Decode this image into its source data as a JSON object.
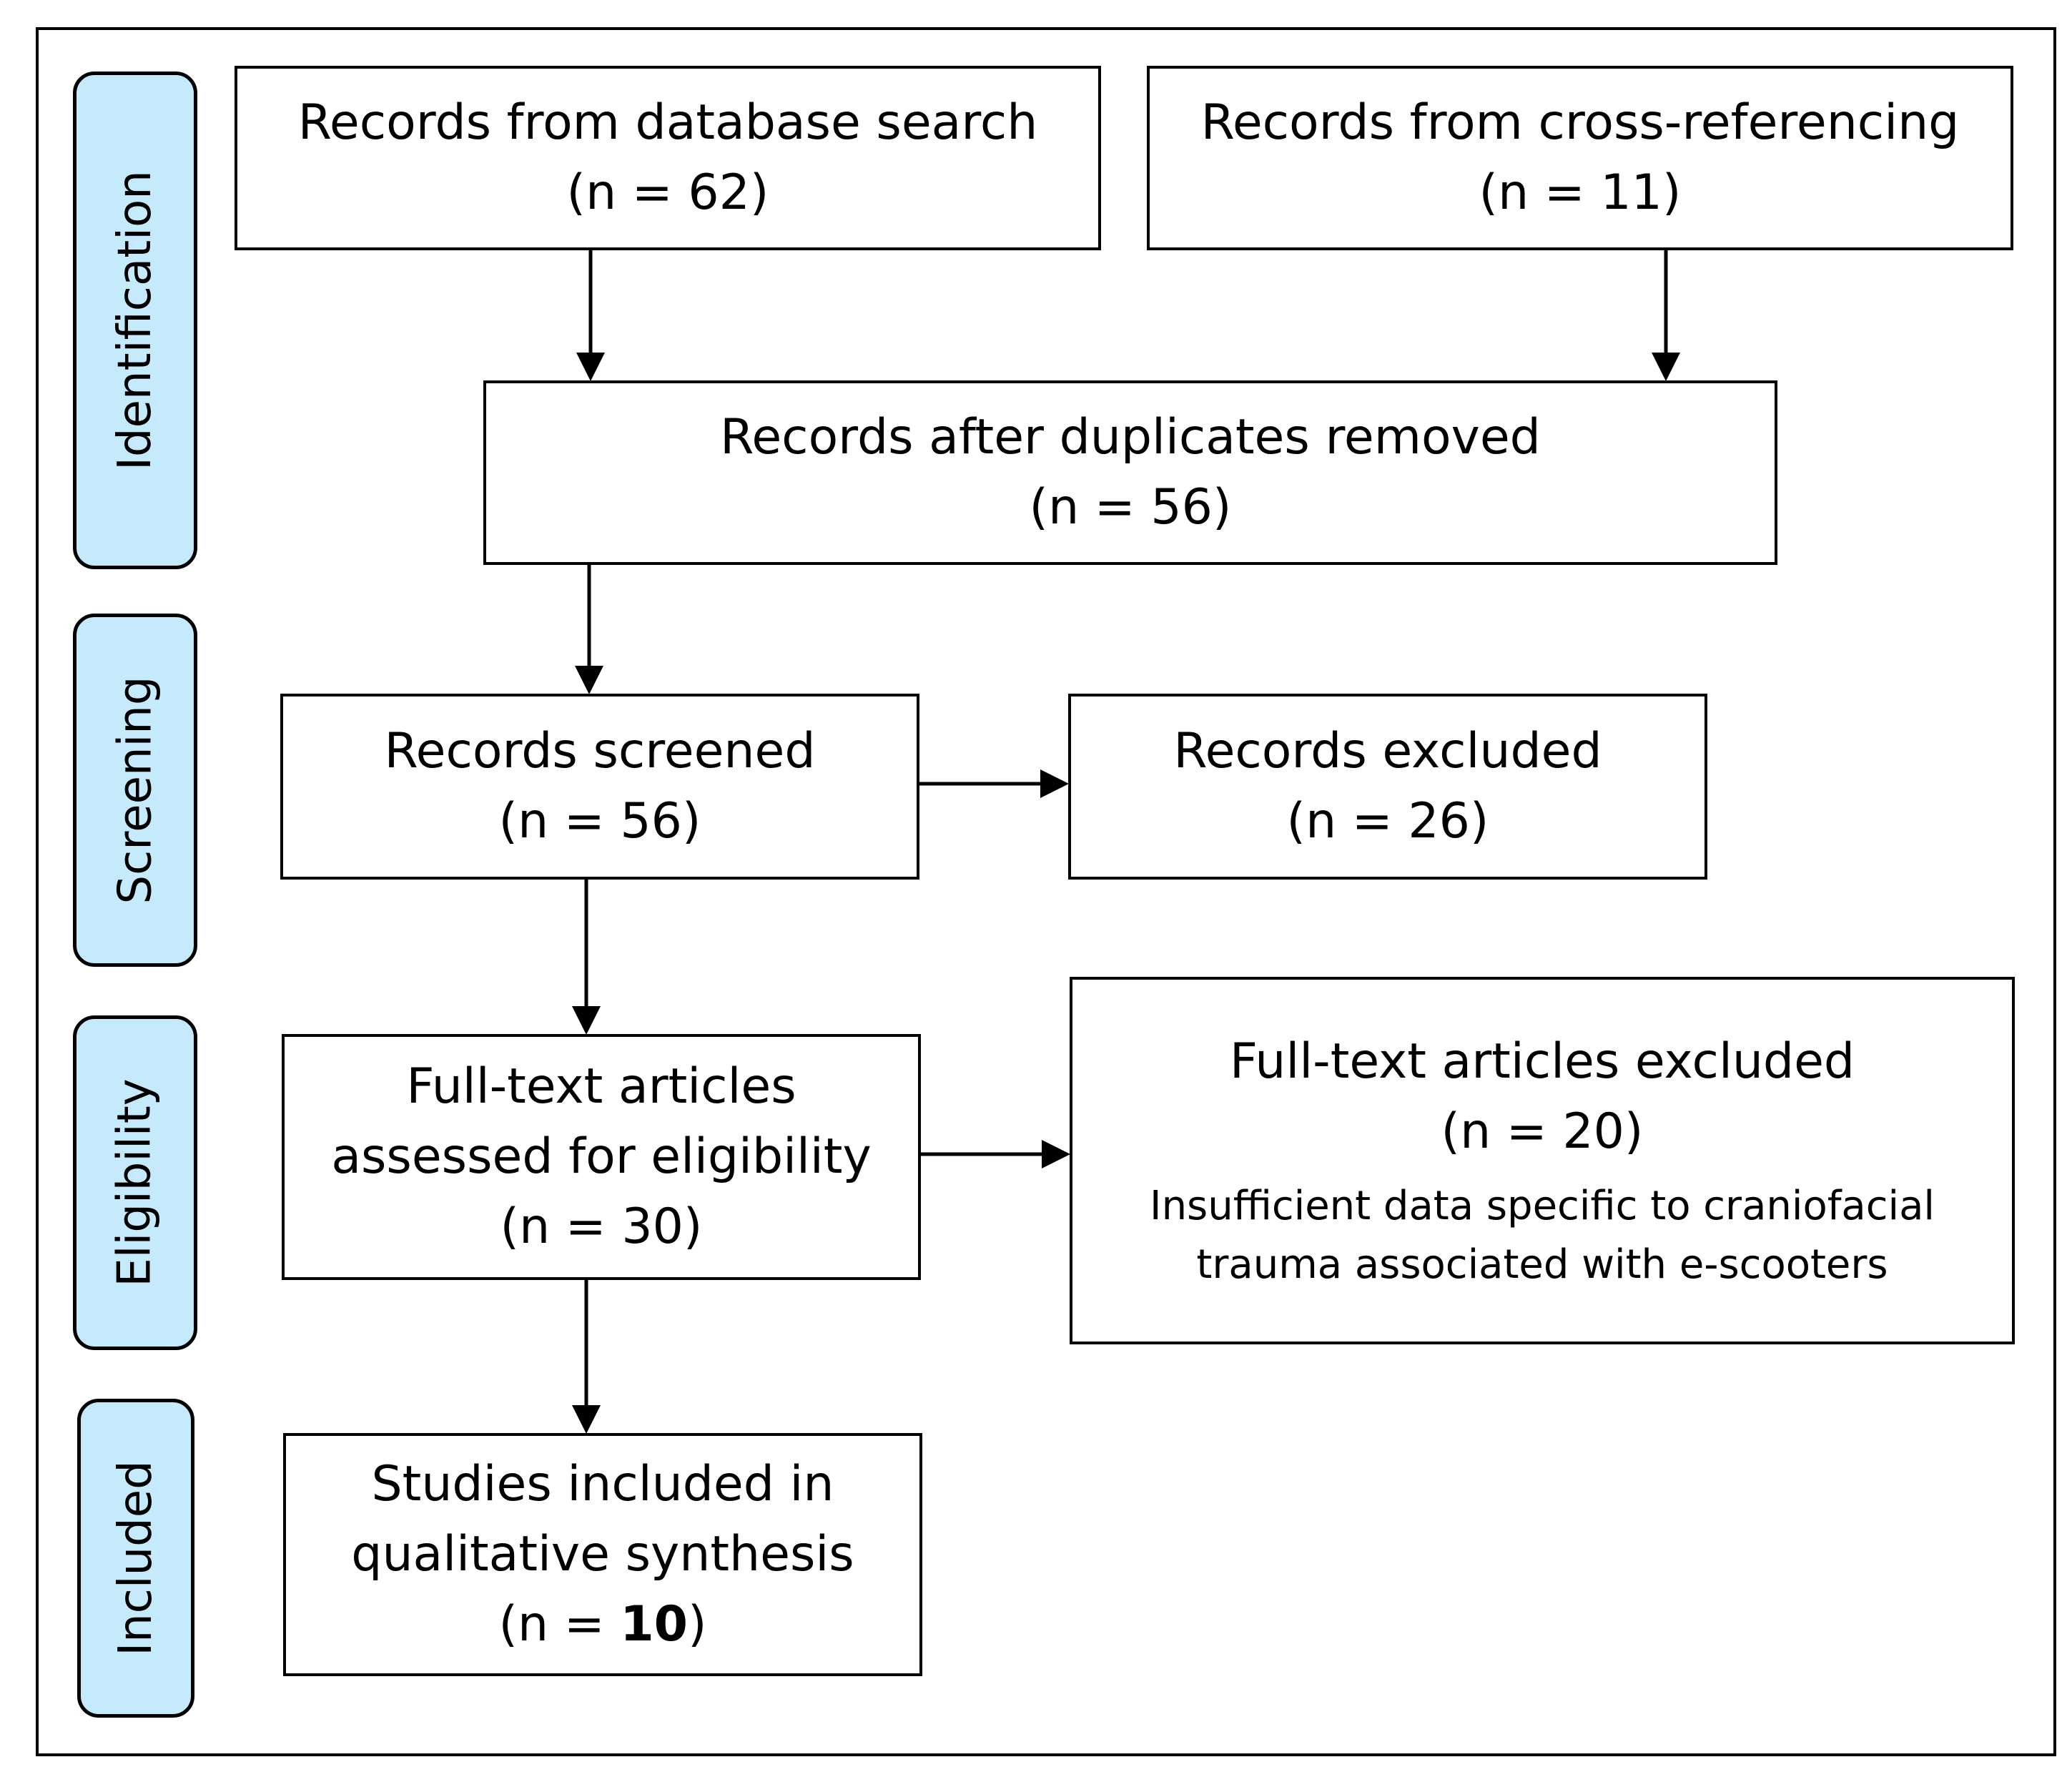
{
  "phases": {
    "identification": "Identification",
    "screening": "Screening",
    "eligibility": "Eligibility",
    "included": "Included"
  },
  "boxes": {
    "database": {
      "label": "Records from database search",
      "count_prefix": "(n = ",
      "count": "62",
      "count_suffix": ")"
    },
    "cross_ref": {
      "label": "Records from cross-referencing",
      "count_prefix": "(n = ",
      "count": "11",
      "count_suffix": ")"
    },
    "deduplicated": {
      "label": "Records after duplicates removed",
      "count_prefix": "(n = ",
      "count": "56",
      "count_suffix": ")"
    },
    "screened": {
      "label": "Records screened",
      "count_prefix": "(n = ",
      "count": "56",
      "count_suffix": ")"
    },
    "excluded": {
      "label": "Records excluded",
      "count_prefix": "(n = ",
      "count": "26",
      "count_suffix": ")"
    },
    "fulltext": {
      "line1": "Full-text articles",
      "line2": "assessed for eligibility",
      "count_prefix": "(n = ",
      "count": "30",
      "count_suffix": ")"
    },
    "fulltext_excluded": {
      "label": "Full-text articles excluded",
      "count_prefix": "(n = ",
      "count": "20",
      "count_suffix": ")",
      "note1": "Insufficient data specific to craniofacial",
      "note2": "trauma associated with e-scooters"
    },
    "included": {
      "line1": "Studies included in",
      "line2": "qualitative synthesis",
      "count_prefix": "(n = ",
      "count": "10",
      "count_suffix": ")"
    }
  },
  "colors": {
    "phase_fill": "#c5eafb",
    "stroke": "#000000"
  }
}
